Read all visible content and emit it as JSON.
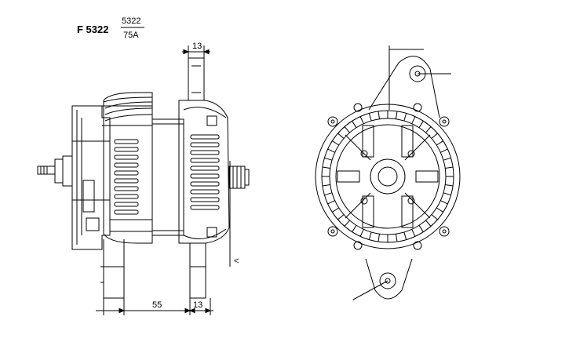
{
  "header": {
    "part_number": "F 5322",
    "fraction_top": "5322",
    "fraction_bottom": "75A"
  },
  "dimensions": {
    "top_width": "13",
    "bottom_left": "55",
    "bottom_right": "13",
    "side_marker": "<"
  },
  "colors": {
    "line": "#000000",
    "background": "#ffffff"
  }
}
